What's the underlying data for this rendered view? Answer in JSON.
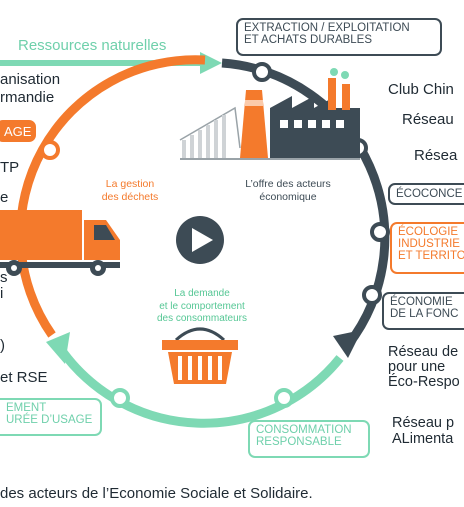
{
  "top_arrow_label": "Ressources naturelles",
  "box_extraction": [
    "EXTRACTION / EXPLOITATION",
    "ET ACHATS DURABLES"
  ],
  "left_text": {
    "line1": "anisation",
    "line2": "rmandie",
    "box_age": "AGE",
    "tp": "TP",
    "e": "e",
    "s": "s",
    "i": "i",
    "paren": ")",
    "rse": "et RSE"
  },
  "box_allongement": [
    "EMENT",
    "URÉE D’USAGE"
  ],
  "right_text": {
    "club": "Club Chin",
    "reseau1": "Réseau",
    "reseau2": "Résea",
    "reseau3": [
      "Réseau de",
      "pour une",
      "Éco-Respo"
    ],
    "reseau4": [
      "Réseau p",
      "ALimenta"
    ]
  },
  "box_ecoconception": "ÉCOCONCE",
  "box_ecologie": [
    "ÉCOLOGIE",
    "INDUSTRIE",
    "ET TERRITO"
  ],
  "box_economie": [
    "ÉCONOMIE",
    "DE LA FONC"
  ],
  "box_consommation": [
    "CONSOMMATION",
    "RESPONSABLE"
  ],
  "center_labels": {
    "gestion": [
      "La gestion",
      "des déchets"
    ],
    "offre": [
      "L’offre des acteurs",
      "économique"
    ],
    "demande": [
      "La demande",
      "et le comportement",
      "des consommateurs"
    ]
  },
  "footer": "des acteurs de l’Economie Sociale et Solidaire.",
  "colors": {
    "orange": "#f47a2c",
    "slate": "#3d4b55",
    "green": "#7ed9b4",
    "green_text": "#56c795",
    "play": "#3d4b55"
  }
}
